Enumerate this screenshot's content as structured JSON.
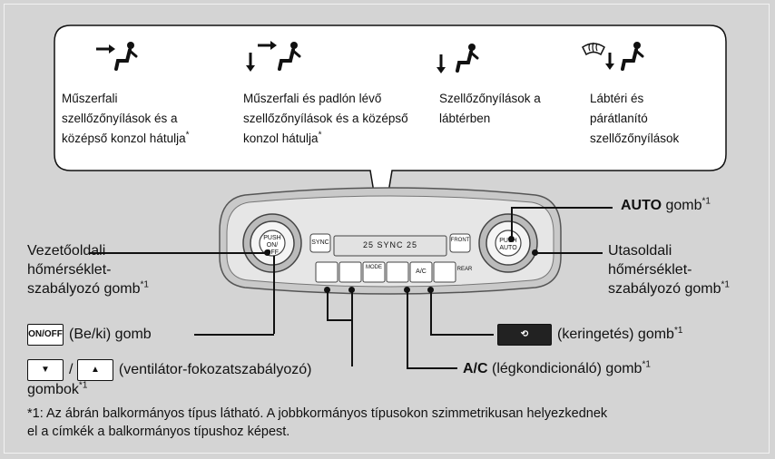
{
  "callouts": [
    {
      "line1": "Műszerfali",
      "line2": "szellőzőnyílások és a",
      "line3": "középső konzol hátulja",
      "mark": "*"
    },
    {
      "line1": "Műszerfali és padlón lévő",
      "line2": "szellőzőnyílások és a középső",
      "line3": "konzol hátulja",
      "mark": "*"
    },
    {
      "line1": "Szellőzőnyílások a",
      "line2": "lábtérben"
    },
    {
      "line1": "Lábtéri és",
      "line2": "párátlanító",
      "line3": "szellőzőnyílások"
    }
  ],
  "panel": {
    "push": "PUSH",
    "on": "ON/",
    "off": "OFF",
    "auto": "AUTO",
    "sync": "SYNC",
    "front": "FRONT",
    "rear": "REAR",
    "mode": "MODE",
    "ac": "A/C",
    "display_left": "25",
    "display_mid": "SYNC",
    "display_right": "25"
  },
  "labels": {
    "mark": "*1",
    "auto_bold": "AUTO",
    "auto_rest": "gomb",
    "driver_1": "Vezetőoldali",
    "driver_2": "hőmérséklet-",
    "driver_3": "szabályozó gomb",
    "pass_1": "Utasoldali",
    "pass_2": "hőmérséklet-",
    "pass_3": "szabályozó gomb",
    "onoff_icon": "ON/OFF",
    "onoff_text": "(Be/ki) gomb",
    "recirc_text": "(keringetés) gomb",
    "fan_down_icon": "▼",
    "fan_up_icon": "▲",
    "slash": "/",
    "fan_text": "(ventilátor-fokozatszabályozó)",
    "fan_text2": "gombok",
    "ac_bold": "A/C",
    "ac_rest": "(légkondicionáló) gomb"
  },
  "footnote": {
    "line1": "*1: Az ábrán balkormányos típus látható. A jobbkormányos típusokon szimmetrikusan helyezkednek",
    "line2": "el a címkék a balkormányos típushoz képest."
  }
}
